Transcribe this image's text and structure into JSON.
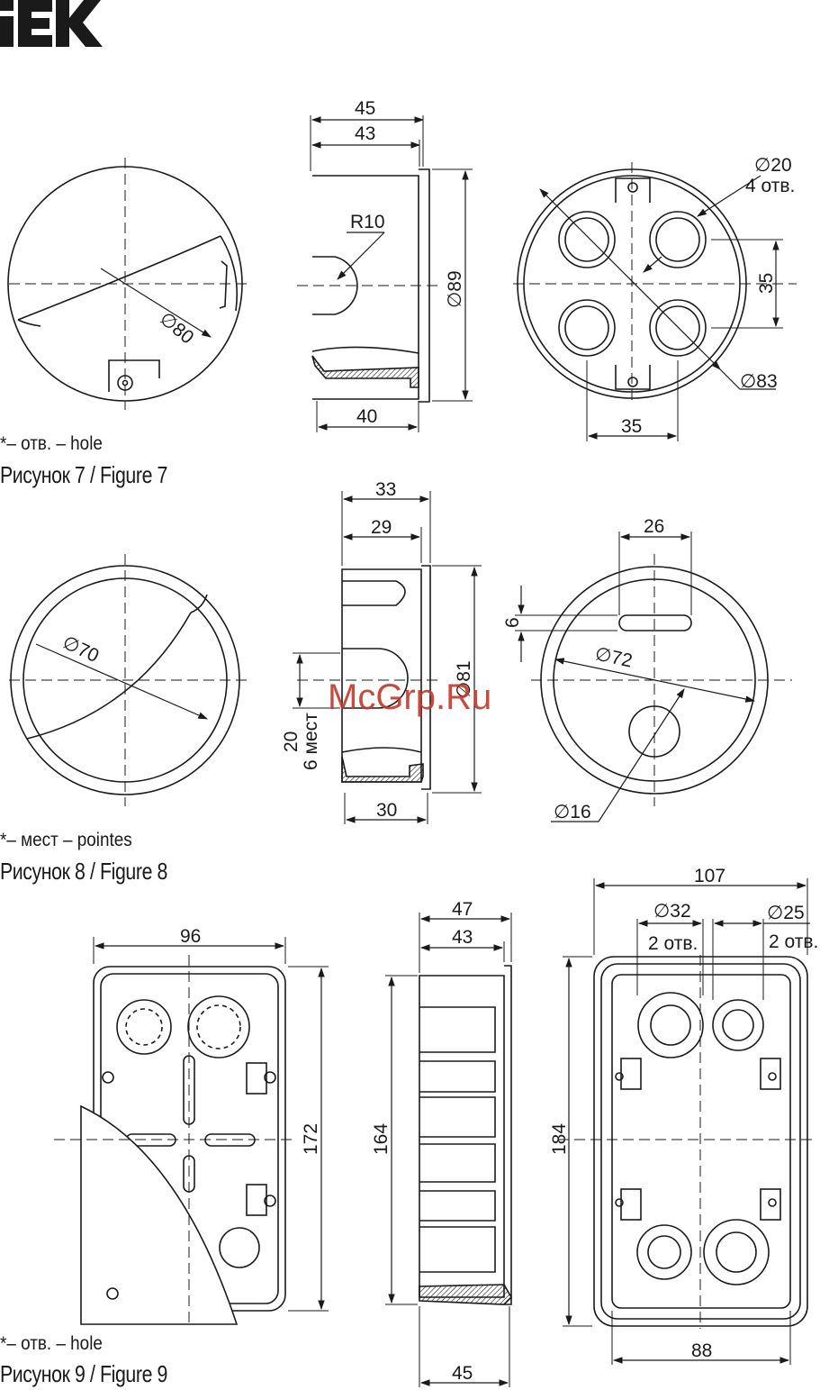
{
  "brand": {
    "logo_text": "IEK",
    "logo_color": "#1a1a1a"
  },
  "watermark": {
    "text": "McGrp.Ru",
    "color": "#c0392b"
  },
  "figure7": {
    "caption": "Рисунок 7 / Figure 7",
    "note": "*– отв. – hole",
    "dims": {
      "d80": "∅80",
      "w45": "45",
      "w43": "43",
      "r10": "R10",
      "d89": "∅89",
      "w40": "40",
      "d20": "∅20",
      "holes4": "4 отв.",
      "s35v": "35",
      "d83": "∅83",
      "s35h": "35"
    }
  },
  "figure8": {
    "caption": "Рисунок 8 / Figure 8",
    "note": "*– мест – pointes",
    "dims": {
      "d70": "∅70",
      "w33": "33",
      "w29": "29",
      "d81": "∅81",
      "w30": "30",
      "v20": "20",
      "places6": "6 мест",
      "w26": "26",
      "h6": "6",
      "d72": "∅72",
      "d16": "∅16"
    }
  },
  "figure9": {
    "caption": "Рисунок 9 / Figure 9",
    "note": "*– отв. – hole",
    "dims": {
      "w96": "96",
      "h172": "172",
      "w47": "47",
      "w43": "43",
      "h164": "164",
      "w45": "45",
      "w107": "107",
      "d32": "∅32",
      "holes2a": "2 отв.",
      "d25": "∅25",
      "holes2b": "2 отв.",
      "h184": "184",
      "w88": "88"
    }
  }
}
